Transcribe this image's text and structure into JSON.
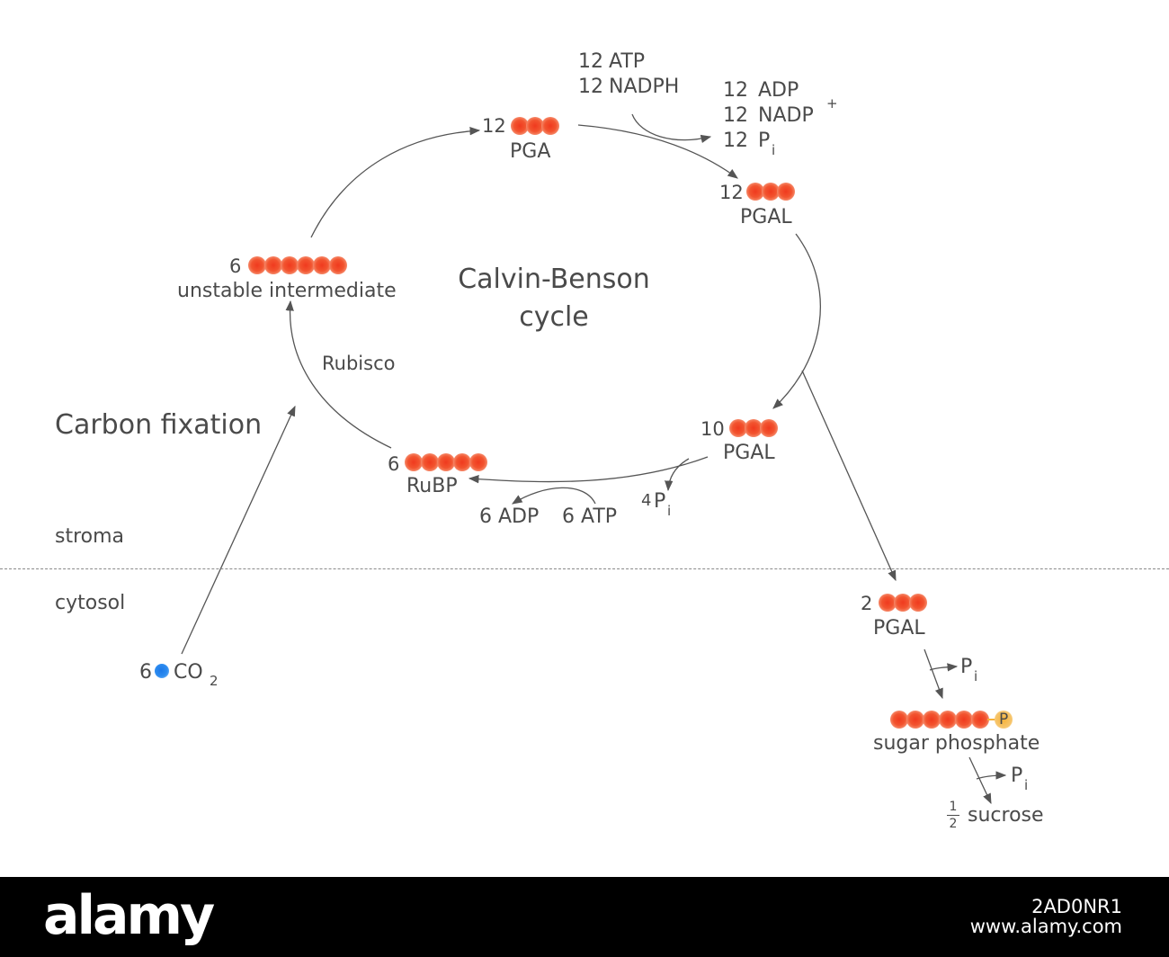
{
  "title_line1": "Calvin-Benson",
  "title_line2": "cycle",
  "section_label": "Carbon fixation",
  "stroma_label": "stroma",
  "cytosol_label": "cytosol",
  "enzyme_label": "Rubisco",
  "pga": {
    "count": "12",
    "name": "PGA"
  },
  "pgal12": {
    "count": "12",
    "name": "PGAL"
  },
  "pgal10": {
    "count": "10",
    "name": "PGAL"
  },
  "pgal2": {
    "count": "2",
    "name": "PGAL"
  },
  "rubp": {
    "count": "6",
    "name": "RuBP"
  },
  "intermediate": {
    "count": "6",
    "name": "unstable intermediate"
  },
  "co2": {
    "count": "6",
    "name": "CO",
    "subscript": "2"
  },
  "inputs": {
    "atp_count": "12",
    "atp": "ATP",
    "nadph_count": "12",
    "nadph": "NADPH"
  },
  "outputs": {
    "adp_count": "12",
    "adp": "ADP",
    "nadp_count": "12",
    "nadp": "NADP",
    "nadp_sup": "+",
    "pi_count": "12",
    "pi": "P",
    "pi_sub": "i"
  },
  "regeneration": {
    "pi_count": "4",
    "pi": "P",
    "pi_sub": "i",
    "adp": "6 ADP",
    "atp": "6 ATP"
  },
  "export": {
    "pi1": "P",
    "pi1_sub": "i",
    "sugar_phosphate": "sugar phosphate",
    "phosphate_symbol": "P",
    "pi2": "P",
    "pi2_sub": "i",
    "frac_num": "1",
    "frac_den": "2",
    "sucrose": "sucrose"
  },
  "footer": {
    "brand": "alamy",
    "image_id": "2AD0NR1",
    "site": "www.alamy.com"
  },
  "colors": {
    "carbon": "#f2542f",
    "co2_carbon": "#2d8cf0",
    "phosphate": "#f5b23a",
    "arrow": "#555555",
    "text": "#4a4a4a"
  }
}
